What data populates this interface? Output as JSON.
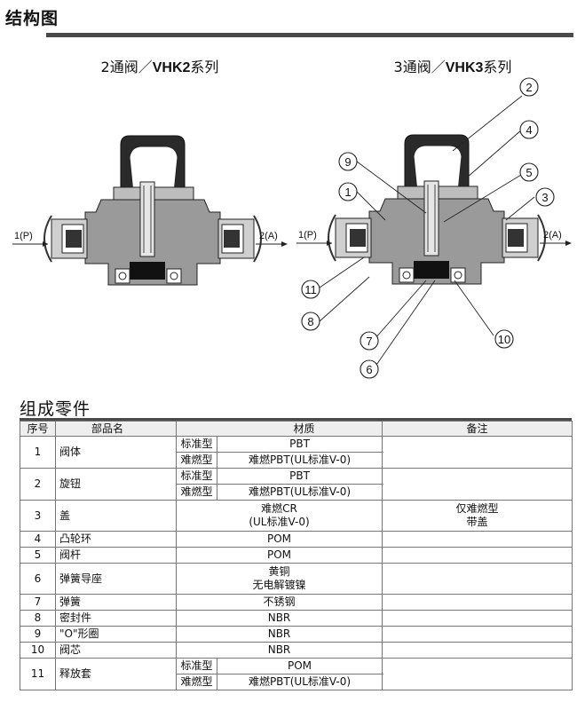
{
  "header": {
    "title": "结构图"
  },
  "diagrams": [
    {
      "caption_prefix": "2通阀／",
      "caption_model": "VHK2",
      "caption_suffix": "系列",
      "port_in": "1(P)",
      "port_out": "2(A)"
    },
    {
      "caption_prefix": "3通阀／",
      "caption_model": "VHK3",
      "caption_suffix": "系列",
      "port_in": "1(P)",
      "port_out": "2(A)"
    }
  ],
  "callouts": [
    "1",
    "2",
    "3",
    "4",
    "5",
    "6",
    "7",
    "8",
    "9",
    "10",
    "11"
  ],
  "parts": {
    "title": "组成零件",
    "headers": {
      "no": "序号",
      "name": "部品名",
      "material": "材质",
      "remarks": "备注"
    },
    "rows": [
      {
        "no": "1",
        "name": "阀体",
        "std_type": "标准型",
        "std_material": "PBT",
        "fr_type": "难燃型",
        "fr_material": "难燃PBT(UL标准V-0)"
      },
      {
        "no": "2",
        "name": "旋钮",
        "std_type": "标准型",
        "std_material": "PBT",
        "fr_type": "难燃型",
        "fr_material": "难燃PBT(UL标准V-0)"
      },
      {
        "no": "3",
        "name": "盖",
        "material_line1": "难燃CR",
        "material_line2": "(UL标准V-0)",
        "remark_line1": "仅难燃型",
        "remark_line2": "带盖"
      },
      {
        "no": "4",
        "name": "凸轮环",
        "material": "POM"
      },
      {
        "no": "5",
        "name": "阀杆",
        "material": "POM"
      },
      {
        "no": "6",
        "name": "弹簧导座",
        "material_line1": "黄铜",
        "material_line2": "无电解镀镍"
      },
      {
        "no": "7",
        "name": "弹簧",
        "material": "不锈钢"
      },
      {
        "no": "8",
        "name": "密封件",
        "material": "NBR"
      },
      {
        "no": "9",
        "name": "\"O\"形圈",
        "material": "NBR"
      },
      {
        "no": "10",
        "name": "阀芯",
        "material": "NBR"
      },
      {
        "no": "11",
        "name": "释放套",
        "std_type": "标准型",
        "std_material": "POM",
        "fr_type": "难燃型",
        "fr_material": "难燃PBT(UL标准V-0)"
      }
    ]
  }
}
